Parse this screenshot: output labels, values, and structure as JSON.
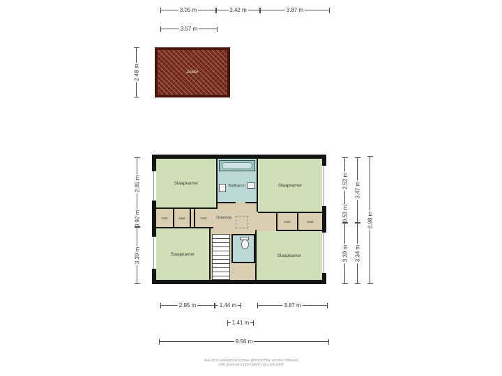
{
  "colors": {
    "bedroom_fill": "#cfe0b8",
    "bathroom_fill": "#bcd8d6",
    "landing_fill": "#d9cdb2",
    "wall": "#141414",
    "attic_fill": "#7b3020"
  },
  "attic": {
    "label": "Zolder",
    "width_dim": "3.57 m",
    "height_dim": "2.48 m"
  },
  "dims": {
    "top": [
      "3.05 m",
      "2.42 m",
      "3.87 m"
    ],
    "left": [
      "2.85 m",
      "0.92 m",
      "3.39 m"
    ],
    "right_inner": [
      "2.52 m",
      "0.53 m",
      "3.39 m"
    ],
    "right_mid": [
      "3.47 m",
      "3.34 m"
    ],
    "right_outer": "6.98 m",
    "bottom_row1": [
      "2.95 m",
      "1.44 m",
      "3.87 m"
    ],
    "bottom_row2": "1.41 m",
    "bottom_row3": "9.56 m"
  },
  "rooms": {
    "bedroom_tl": "Slaapkamer",
    "bedroom_tr": "Slaapkamer",
    "bedroom_bl": "Slaapkamer",
    "bedroom_br": "Slaapkamer",
    "bathroom": "Badkamer",
    "landing": "Overloop",
    "kast": [
      "Kast",
      "Kast",
      "Kast",
      "Kast",
      "Kast"
    ]
  },
  "caption": {
    "line1": "Aan deze plattegrond kunnen geen rechten worden ontleend",
    "line2": "(alle maten en oppervlakten zijn indicatief)"
  }
}
